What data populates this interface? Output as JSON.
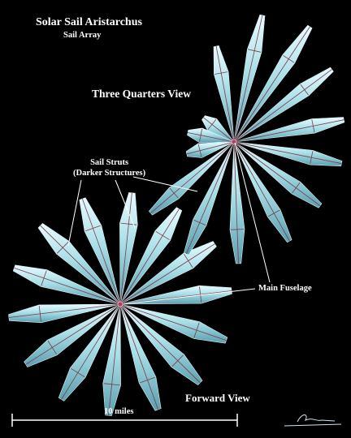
{
  "title": "Solar Sail Aristarchus",
  "subtitle": "Sail Array",
  "views": {
    "three_quarters": "Three Quarters View",
    "forward": "Forward View"
  },
  "labels": {
    "struts_line1": "Sail Struts",
    "struts_line2": "(Darker Structures)",
    "main_fuselage": "Main Fuselage"
  },
  "scale_bar": {
    "label": "10 miles"
  },
  "colors": {
    "background": "#000000",
    "sail_light": "#e8fbff",
    "sail_mid": "#a9dfe8",
    "sail_dark": "#5a9fb0",
    "strut": "#7a3a45",
    "hub": "#b04060",
    "text": "#ffffff"
  }
}
